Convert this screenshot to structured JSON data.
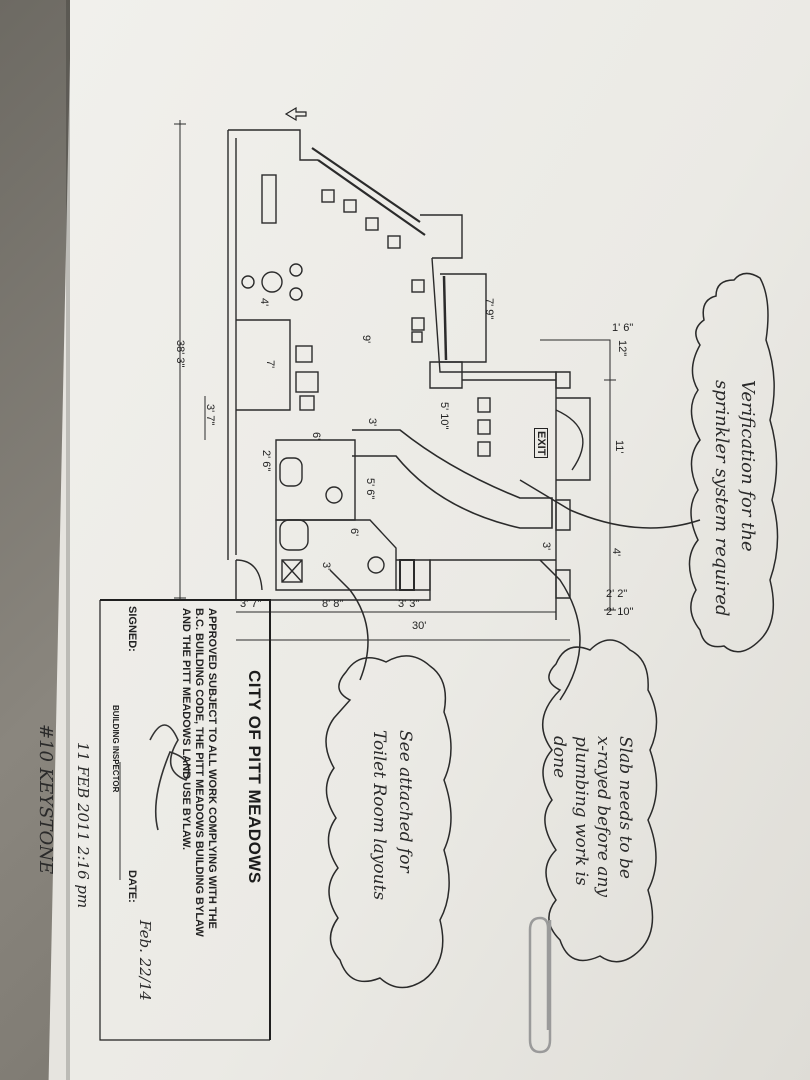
{
  "dimensions": {
    "overall_width": "30'",
    "overall_length": "38' 3\"",
    "d_12in": "12\"",
    "d_1ft6": "1' 6\"",
    "d_7ft9": "7' 9\"",
    "d_9ft": "9'",
    "d_4ft": "4'",
    "d_7ft": "7'",
    "d_5ft10": "5' 10\"",
    "d_3ft": "3'",
    "d_11ft": "11'",
    "d_3ft7_left": "3' 7\"",
    "d_6ft": "6'",
    "d_2ft6": "2' 6\"",
    "d_5ft6": "5' 6\"",
    "d_6ft_b": "6'",
    "d_3ft_b": "3'",
    "d_3ft_c": "3'",
    "d_4ft_b": "4'",
    "d_2ft2": "2' 2\"",
    "d_2ft10": "2' 10\"",
    "d_3ft7_bottom": "3' 7\"",
    "d_8ft8": "8' 8\"",
    "d_3ft3": "3' 3\""
  },
  "exit_sign": "EXIT",
  "stamp": {
    "title": "CITY OF PITT MEADOWS",
    "line1": "APPROVED SUBJECT TO ALL WORK COMPLYING WITH THE",
    "line2": "B.C. BUILDING CODE, THE PITT MEADOWS BUILDING BYLAW",
    "line3": "AND THE PITT MEADOWS LAND USE BYLAW.",
    "signed_label": "SIGNED:",
    "date_label": "DATE:",
    "date_value": "Feb. 22/14",
    "inspector_label": "BUILDING INSPECTOR"
  },
  "notes": {
    "sprinkler_line1": "Verification for the",
    "sprinkler_line2": "sprinkler system required",
    "slab_line1": "Slab needs to be",
    "slab_line2": "x-rayed before any",
    "slab_line3": "plumbing work is",
    "slab_line4": "done",
    "toilet_line1": "See attached for",
    "toilet_line2": "Toilet Room layouts",
    "date_time": "11 FEB 2011   2:16 pm",
    "unit": "#10 KEYSTONE"
  },
  "colors": {
    "ink": "#222222",
    "pencil": "#2a2a2a",
    "paper": "#efeeea"
  }
}
